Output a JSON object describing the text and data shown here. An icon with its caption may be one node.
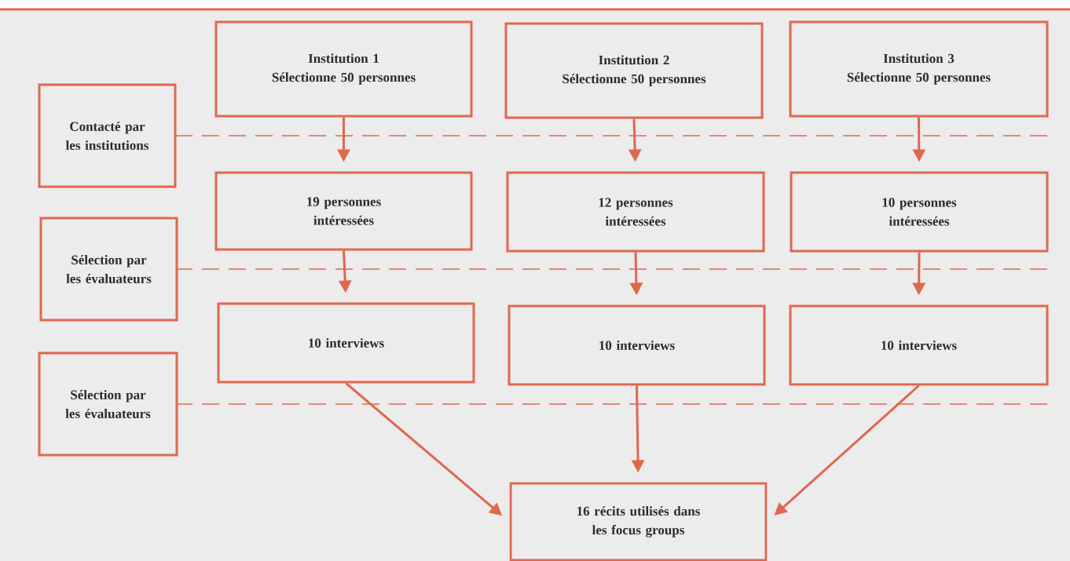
{
  "diagram": {
    "nodes": [
      {
        "text": [
          "Institution 1",
          "Sélectionne 50 personnes"
        ]
      },
      {
        "text": [
          "Institution 2",
          "Sélectionne 50 personnes"
        ]
      },
      {
        "text": [
          "Institution 3",
          "Sélectionne 50 personnes"
        ]
      },
      {
        "text": [
          "Contacté par les institutions"
        ]
      },
      {
        "text": [
          "19 personnes intéressées"
        ]
      },
      {
        "text": [
          "12 personnes intéressées"
        ]
      },
      {
        "text": [
          "10 personnes intéressées"
        ]
      },
      {
        "text": [
          "Sélection par les évaluateurs"
        ]
      },
      {
        "text": [
          "10 interviews"
        ]
      },
      {
        "text": [
          "10 interviews"
        ]
      },
      {
        "text": [
          "10 interviews"
        ]
      },
      {
        "text": [
          "Sélection par les évaluateurs"
        ]
      },
      {
        "text": [
          "16 récits utilisés dans les focus groups"
        ]
      }
    ],
    "edges": [
      {
        "from": 0,
        "to": 4,
        "arrow": "to"
      },
      {
        "from": 1,
        "to": 5,
        "arrow": "to"
      },
      {
        "from": 2,
        "to": 6,
        "arrow": "to"
      },
      {
        "from": 4,
        "to": 8,
        "arrow": "to"
      },
      {
        "from": 5,
        "to": 9,
        "arrow": "to"
      },
      {
        "from": 6,
        "to": 10,
        "arrow": "to"
      },
      {
        "from": 8,
        "to": 12,
        "arrow": "to"
      },
      {
        "from": 9,
        "to": 12,
        "arrow": "to"
      },
      {
        "from": 10,
        "to": 12,
        "arrow": "to"
      }
    ]
  }
}
